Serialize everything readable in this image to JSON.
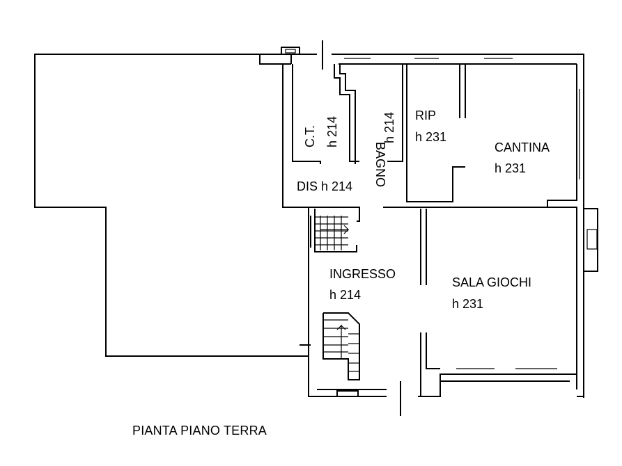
{
  "plan": {
    "title": "PIANTA PIANO TERRA",
    "rooms": {
      "ct": {
        "name": "C.T.",
        "height": "h 214"
      },
      "bagno": {
        "name": "BAGNO",
        "height": "h 214"
      },
      "rip": {
        "name": "RIP",
        "height": "h 231"
      },
      "cantina": {
        "name": "CANTINA",
        "height": "h 231"
      },
      "dis": {
        "label": "DIS h 214"
      },
      "ingresso": {
        "name": "INGRESSO",
        "height": "h 214"
      },
      "sala_giochi": {
        "name": "SALA GIOCHI",
        "height": "h 231"
      }
    }
  }
}
